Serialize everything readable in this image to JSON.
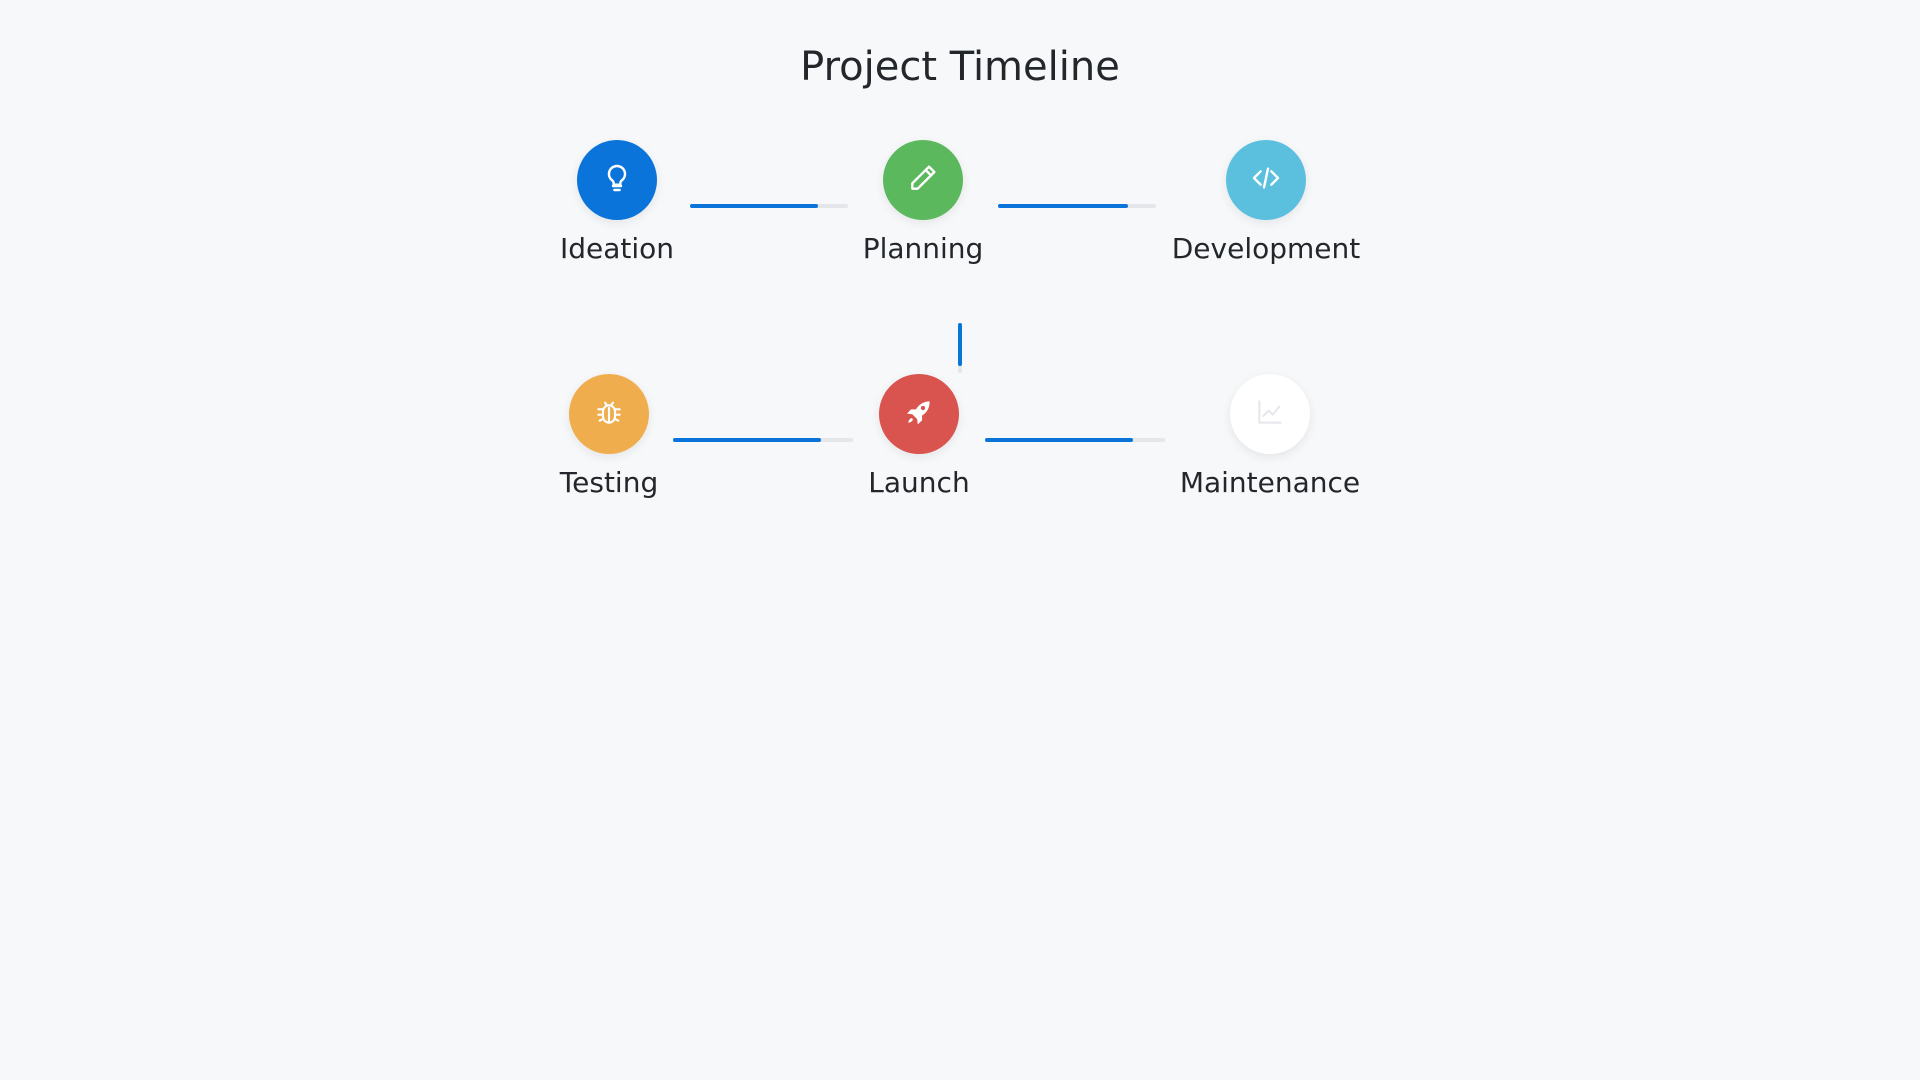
{
  "title": "Project Timeline",
  "stages": [
    {
      "label": "Ideation",
      "color": "#0a74da",
      "icon": "lightbulb-icon"
    },
    {
      "label": "Planning",
      "color": "#5cb85c",
      "icon": "pencil-icon"
    },
    {
      "label": "Development",
      "color": "#5bc0de",
      "icon": "code-icon"
    },
    {
      "label": "Testing",
      "color": "#f0ad4e",
      "icon": "bug-icon"
    },
    {
      "label": "Launch",
      "color": "#d9534f",
      "icon": "rocket-icon"
    },
    {
      "label": "Maintenance",
      "color": "#ffffff",
      "icon": "chart-line-icon"
    }
  ],
  "connectors": {
    "ideation_planning_progress": 0.81,
    "planning_development_progress": 0.82,
    "row_link_progress": 0.85,
    "testing_launch_progress": 0.82,
    "launch_maintenance_progress": 0.82
  },
  "accent_color": "#0a74da"
}
